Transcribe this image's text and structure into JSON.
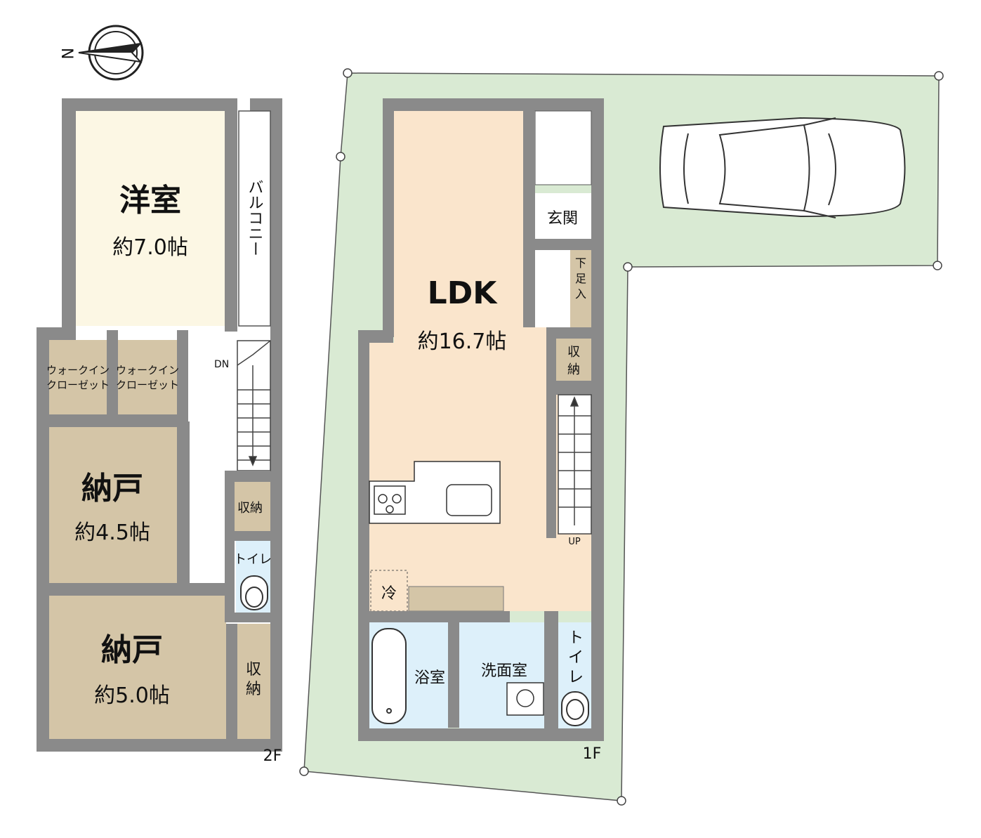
{
  "compass": {
    "north_label": "N"
  },
  "colors": {
    "lot": "#d9ead3",
    "western_room": "#fcf7e4",
    "storage_room": "#d4c5a7",
    "walk_in_closet": "#d4c5a7",
    "ldk": "#fae5cc",
    "wet_area": "#ddf0fa",
    "wall": "#8a8a8a"
  },
  "floor2": {
    "label": "2F",
    "western_room": {
      "name": "洋室",
      "area": "約7.0帖"
    },
    "balcony": "バルコニー",
    "walk_in_closet_1": [
      "ウォークイン",
      "クローゼット"
    ],
    "walk_in_closet_2": [
      "ウォークイン",
      "クローゼット"
    ],
    "stair_label": "DN",
    "storage_room_1": {
      "name": "納戸",
      "area": "約4.5帖"
    },
    "storage_room_2": {
      "name": "納戸",
      "area": "約5.0帖"
    },
    "closet_1": "収納",
    "closet_2": [
      "収",
      "納"
    ],
    "toilet": "トイレ"
  },
  "floor1": {
    "label": "1F",
    "ldk": {
      "name": "LDK",
      "area": "約16.7帖"
    },
    "entrance": "玄関",
    "shoe_closet": [
      "下",
      "足",
      "入"
    ],
    "closet": [
      "収",
      "納"
    ],
    "stair_label": "UP",
    "fridge": "冷",
    "bathroom": "浴室",
    "washroom": "洗面室",
    "toilet": [
      "ト",
      "イ",
      "レ"
    ]
  }
}
